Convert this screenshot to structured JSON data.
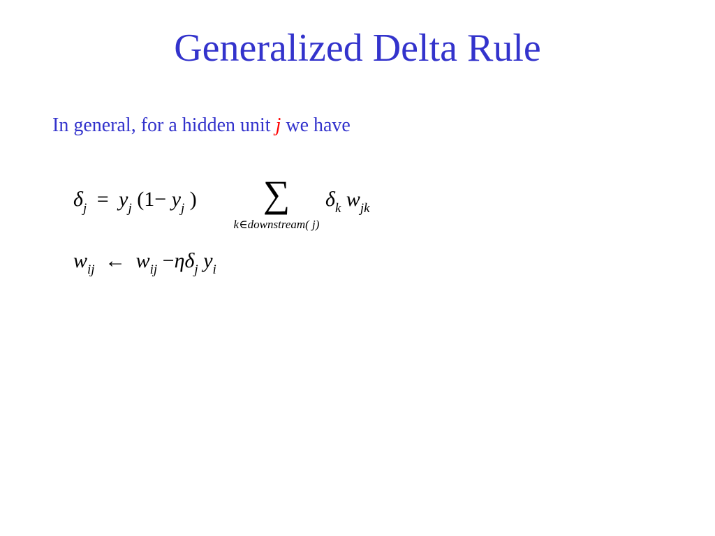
{
  "slide": {
    "title": "Generalized Delta Rule",
    "intro": {
      "text": "In general, for a hidden unit",
      "variable": "j",
      "text_after": "we have"
    }
  },
  "equation1": {
    "lhs": "δ",
    "lhs_sub": "j",
    "equals": "=",
    "y1": "y",
    "y1_sub": "j",
    "paren_open": "(1",
    "minus": "−",
    "y2": "y",
    "y2_sub": "j",
    "paren_close": ")",
    "sum_sign": "∑",
    "sum_range": "k∈downstream( j)",
    "delta_k": "δ",
    "delta_k_sub": "k",
    "w": "w",
    "w_sub": "jk"
  },
  "equation2": {
    "w1": "w",
    "w1_sub": "ij",
    "arrow": "←",
    "w2": "w",
    "w2_sub": "ij",
    "minus": "−",
    "eta": "η",
    "delta": "δ",
    "delta_sub": "j",
    "y": "y",
    "y_sub": "i"
  }
}
